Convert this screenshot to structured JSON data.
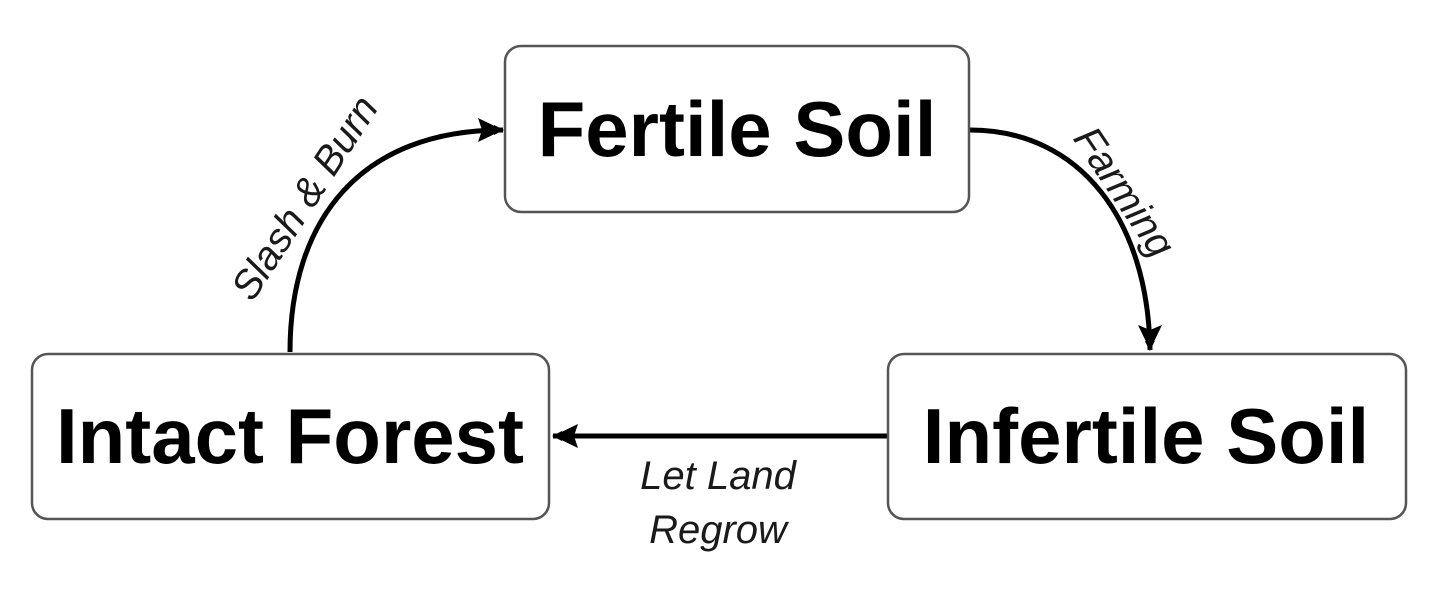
{
  "nodes": {
    "fertile_soil": "Fertile Soil",
    "infertile_soil": "Infertile Soil",
    "intact_forest": "Intact Forest"
  },
  "edges": {
    "slash_and_burn": "Slash & Burn",
    "farming": "Farming",
    "let_land_regrow": [
      "Let Land",
      "Regrow"
    ]
  }
}
